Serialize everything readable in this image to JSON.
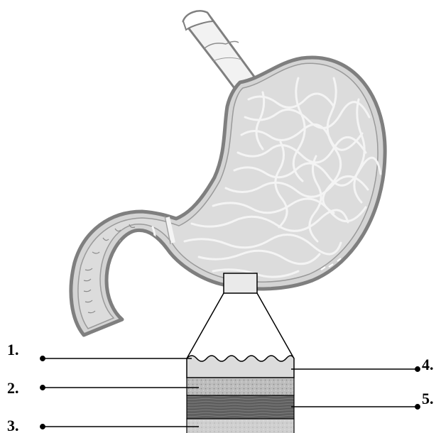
{
  "labels": {
    "l1": "1.",
    "l2": "2.",
    "l3": "3.",
    "l4": "4.",
    "l5": "5."
  },
  "colors": {
    "wall": "#7f7f7f",
    "lining": "#d4d4d4",
    "rugae": "#f4f4f4",
    "serosa": "#e6e6e6",
    "muscularis": "#707070",
    "submucosa": "#a8a8a8",
    "mucosa_top": "#dcdcdc",
    "esophagus": "#f2f2f2"
  }
}
